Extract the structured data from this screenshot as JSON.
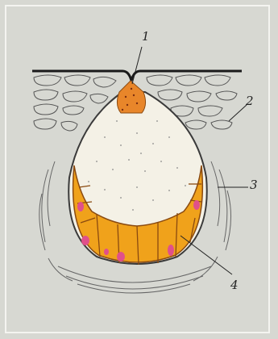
{
  "figure": {
    "labels": [
      {
        "id": "1",
        "text": "1"
      },
      {
        "id": "2",
        "text": "2"
      },
      {
        "id": "3",
        "text": "3"
      },
      {
        "id": "4",
        "text": "4"
      }
    ],
    "colors": {
      "background": "#d7d8d2",
      "epithelium_line": "#1a1a1a",
      "cell_fill": "#f0a21b",
      "cell_border": "#8a4a10",
      "nucleus": "#e0508a",
      "capsule": "#3a3a3a",
      "lumen": "#f4f1e6"
    }
  }
}
